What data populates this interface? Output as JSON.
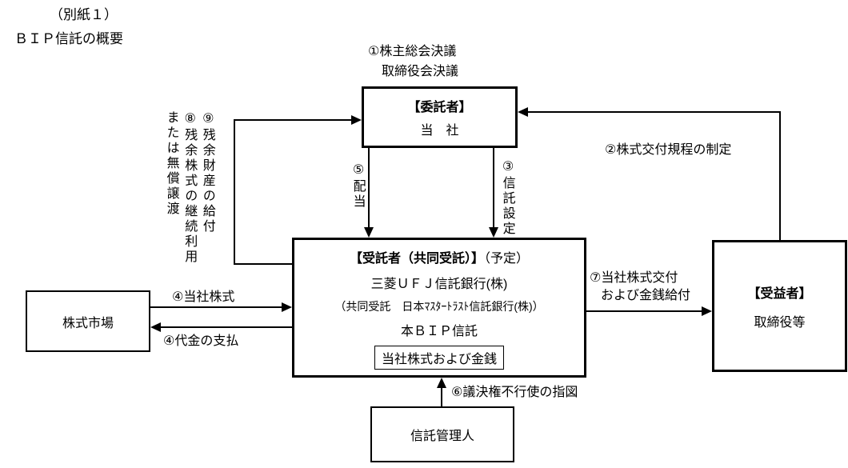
{
  "page": {
    "annotation": "（別紙１）",
    "title": "ＢＩＰ信託の概要"
  },
  "consignor": {
    "note_line1": "①株主総会決議",
    "note_line2": "取締役会決議",
    "heading": "【委託者】",
    "body": "当　社"
  },
  "trustee": {
    "heading": "【受託者（共同受託）】",
    "heading_suffix": "（予定）",
    "bank": "三菱ＵＦＪ信託銀行(株)",
    "co_trustee": "（共同受託　日本ﾏｽﾀｰﾄﾗｽﾄ信託銀行(株)）",
    "trust_name": "本ＢＩＰ信託",
    "holdings": "当社株式および金銭"
  },
  "stock_market": {
    "label": "株式市場"
  },
  "beneficiary": {
    "heading": "【受益者】",
    "body": "取締役等"
  },
  "trust_administrator": {
    "label": "信託管理人"
  },
  "edges": {
    "regulation": "②株式交付規程の制定",
    "trust_setting": "③信託設定",
    "shares_in": "④当社株式",
    "payment": "④代金の支払",
    "dividend": "⑤配当",
    "voting": "⑥議決権不行使の指図",
    "delivery_line1": "⑦当社株式交付",
    "delivery_line2": "および金銭給付",
    "residual_right": "⑨残余財産の給付",
    "residual_mid": "⑧残余株式の継続利用",
    "residual_left": "または無償譲渡"
  }
}
